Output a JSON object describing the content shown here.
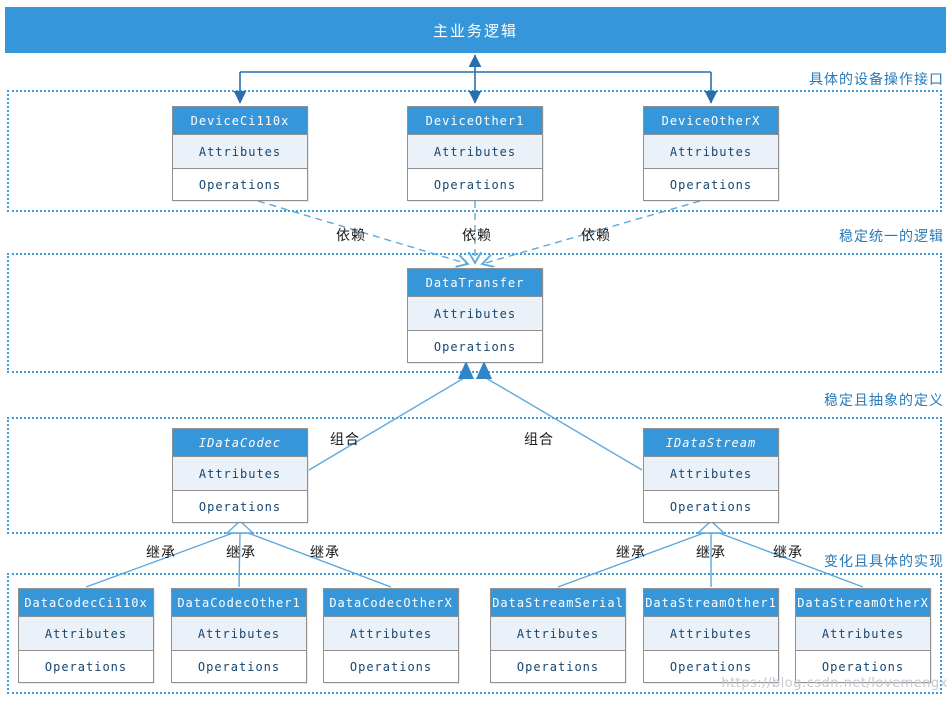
{
  "banner": {
    "title": "主业务逻辑"
  },
  "regions": [
    {
      "label": "具体的设备操作接口"
    },
    {
      "label": "稳定统一的逻辑"
    },
    {
      "label": "稳定且抽象的定义"
    },
    {
      "label": "变化且具体的实现"
    }
  ],
  "classes": [
    {
      "name": "DeviceCi110x",
      "attributes": "Attributes",
      "operations": "Operations"
    },
    {
      "name": "DeviceOther1",
      "attributes": "Attributes",
      "operations": "Operations"
    },
    {
      "name": "DeviceOtherX",
      "attributes": "Attributes",
      "operations": "Operations"
    },
    {
      "name": "DataTransfer",
      "attributes": "Attributes",
      "operations": "Operations"
    },
    {
      "name": "IDataCodec",
      "attributes": "Attributes",
      "operations": "Operations"
    },
    {
      "name": "IDataStream",
      "attributes": "Attributes",
      "operations": "Operations"
    },
    {
      "name": "DataCodecCi110x",
      "attributes": "Attributes",
      "operations": "Operations"
    },
    {
      "name": "DataCodecOther1",
      "attributes": "Attributes",
      "operations": "Operations"
    },
    {
      "name": "DataCodecOtherX",
      "attributes": "Attributes",
      "operations": "Operations"
    },
    {
      "name": "DataStreamSerial",
      "attributes": "Attributes",
      "operations": "Operations"
    },
    {
      "name": "DataStreamOther1",
      "attributes": "Attributes",
      "operations": "Operations"
    },
    {
      "name": "DataStreamOtherX",
      "attributes": "Attributes",
      "operations": "Operations"
    }
  ],
  "edge_labels": {
    "dependency": [
      "依赖",
      "依赖",
      "依赖"
    ],
    "composition": [
      "组合",
      "组合"
    ],
    "inheritance": [
      "继承",
      "继承",
      "继承",
      "继承",
      "继承",
      "继承"
    ]
  },
  "watermark": "https://blog.csdn.net/lovemengx",
  "colors": {
    "header_blue": "#3597da",
    "light_row": "#ebf1f8",
    "line_light": "#5fa8dc",
    "line_dark": "#2a6fad",
    "region_border": "#3f9cdc",
    "region_label": "#2879b8"
  }
}
